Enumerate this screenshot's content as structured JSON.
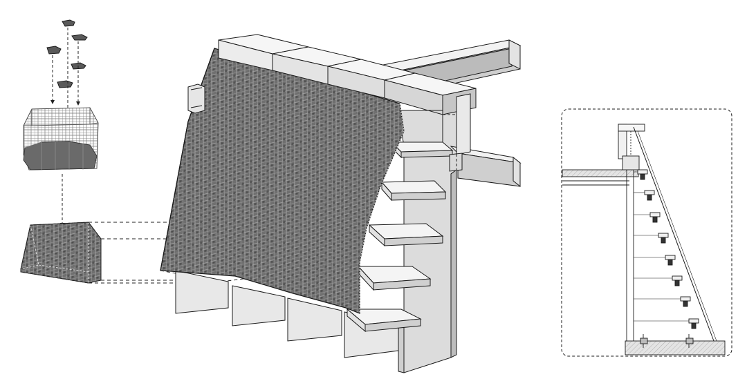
{
  "figure": {
    "kind": "architectural exploded axonometric and section drawing",
    "palette": {
      "line": "#1a1a1a",
      "gabion_fill": "#6f6f6f",
      "stone": "#5a5a5a",
      "concrete": "#d9d9d9",
      "panel": "#efefef",
      "steel": "#cfcfcf",
      "background": "#ffffff"
    },
    "parts": [
      "loose-stones",
      "gabion-basket",
      "gabion-block",
      "gabion-wall",
      "steel-beams",
      "precast-coping",
      "cantilever-shelves",
      "concrete-fins",
      "section-detail"
    ]
  }
}
